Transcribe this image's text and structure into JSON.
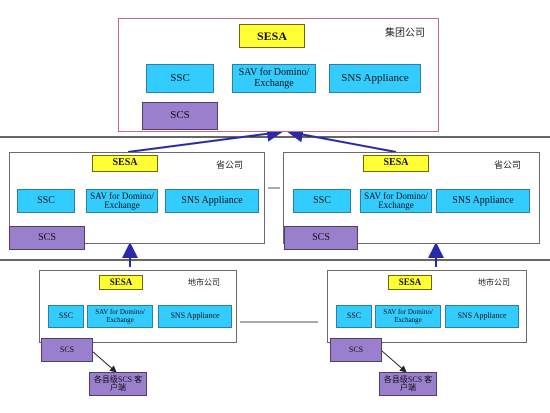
{
  "colors": {
    "sesa": "#ffff33",
    "cyan": "#33ccff",
    "purple": "#9a7fcc",
    "arrow": "#2a2aa8",
    "line": "#333333"
  },
  "group": {
    "tag": "集团公司",
    "sesa": "SESA",
    "ssc": "SSC",
    "sav": "SAV for Domino/ Exchange",
    "sns": "SNS Appliance",
    "scs": "SCS"
  },
  "province_left": {
    "tag": "省公司",
    "sesa": "SESA",
    "ssc": "SSC",
    "sav": "SAV for Domino/ Exchange",
    "sns": "SNS Appliance",
    "scs": "SCS"
  },
  "province_right": {
    "tag": "省公司",
    "sesa": "SESA",
    "ssc": "SSC",
    "sav": "SAV for Domino/ Exchange",
    "sns": "SNS Appliance",
    "scs": "SCS"
  },
  "city_left": {
    "tag": "地市公司",
    "sesa": "SESA",
    "ssc": "SSC",
    "sav": "SAV for Domino/ Exchange",
    "sns": "SNS Appliance",
    "scs": "SCS",
    "client": "各县级SCS 客户端"
  },
  "city_right": {
    "tag": "地市公司",
    "sesa": "SESA",
    "ssc": "SSC",
    "sav": "SAV for Domino/ Exchange",
    "sns": "SNS Appliance",
    "scs": "SCS",
    "client": "各县级SCS 客户端"
  }
}
